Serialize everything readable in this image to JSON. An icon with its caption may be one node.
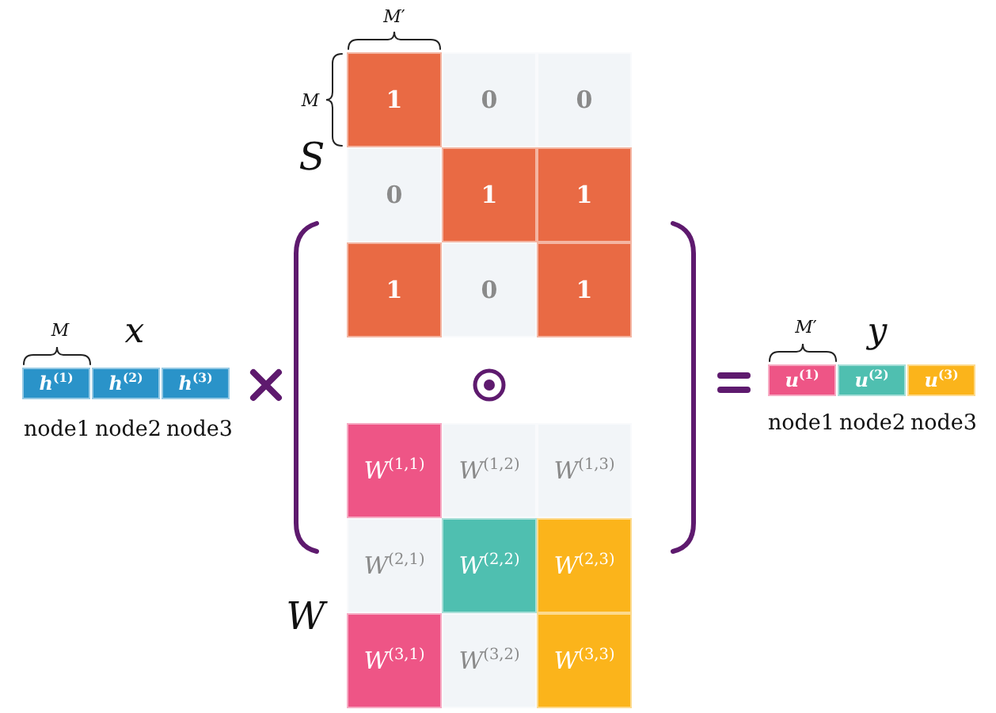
{
  "diagram": {
    "labels": [
      "*M*′",
      "*M*",
      "1",
      "0",
      "0",
      "*S*",
      "0",
      "1",
      "1",
      "1",
      "0",
      "1",
      "*M*",
      "*x*",
      "*M*′",
      "*y*",
      "*h*$^{(1)}$",
      "*h*$^{(2)}$",
      "*h*$^{(3)}$",
      "*u*$^{(1)}$",
      "*u*$^{(2)}$",
      "*u*$^{(3)}$",
      "node1",
      "node2",
      "node3",
      "node1",
      "node2",
      "node3",
      "*W*$^{(1,1)}$",
      "*W*$^{(1,2)}$",
      "*W*$^{(1,3)}$",
      "*W*$^{(2,1)}$",
      "*W*$^{(2,2)}$",
      "*W*$^{(2,3)}$",
      "*W*$^{(3,1)}$",
      "*W*$^{(3,2)}$",
      "*W*$^{(3,3)}$",
      "*W*"
    ]
  }
}
